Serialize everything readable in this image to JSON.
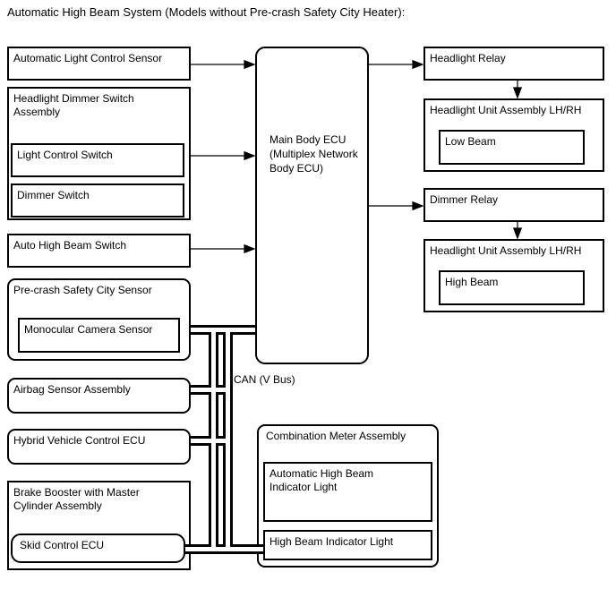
{
  "title": "Automatic High Beam System (Models without Pre-crash Safety City Heater):",
  "colors": {
    "line": "#000000",
    "background": "#ffffff"
  },
  "nodes": {
    "automatic_light_control_sensor": "Automatic Light Control Sensor",
    "headlight_dimmer_switch_assembly": "Headlight Dimmer Switch Assembly",
    "light_control_switch": "Light Control Switch",
    "dimmer_switch": "Dimmer Switch",
    "auto_high_beam_switch": "Auto High Beam Switch",
    "pre_crash_safety_city_sensor": "Pre-crash Safety City Sensor",
    "monocular_camera_sensor": "Monocular Camera Sensor",
    "airbag_sensor_assembly": "Airbag Sensor Assembly",
    "hybrid_vehicle_control_ecu": "Hybrid Vehicle Control ECU",
    "brake_booster_with_master_cylinder_assembly": "Brake Booster with Master Cylinder Assembly",
    "skid_control_ecu": "Skid Control ECU",
    "main_body_ecu": "Main Body ECU (Multiplex Network Body ECU)",
    "headlight_relay": "Headlight Relay",
    "headlight_unit_assembly_lh_rh_1": "Headlight Unit Assembly LH/RH",
    "low_beam": "Low Beam",
    "dimmer_relay": "Dimmer Relay",
    "headlight_unit_assembly_lh_rh_2": "Headlight Unit Assembly LH/RH",
    "high_beam": "High Beam",
    "combination_meter_assembly": "Combination Meter Assembly",
    "automatic_high_beam_indicator_light": "Automatic High Beam Indicator Light",
    "high_beam_indicator_light": "High Beam Indicator Light"
  },
  "labels": {
    "can_bus": "CAN (V Bus)"
  }
}
